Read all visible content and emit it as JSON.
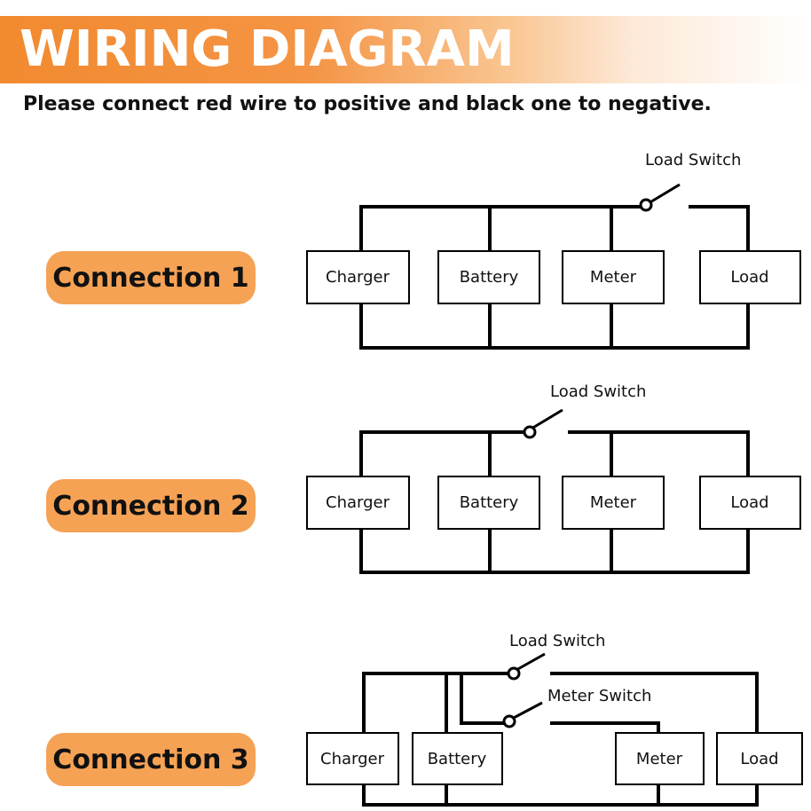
{
  "header": {
    "title": "WIRING DIAGRAM",
    "subtitle": "Please connect red wire to positive and black one to negative."
  },
  "colors": {
    "banner_orange": "#f28a2f",
    "pill_orange": "#f5a255",
    "wire": "#000000"
  },
  "connections": [
    {
      "label": "Connection 1",
      "components": [
        "Charger",
        "Battery",
        "Meter",
        "Load"
      ],
      "switches": [
        "Load Switch"
      ]
    },
    {
      "label": "Connection 2",
      "components": [
        "Charger",
        "Battery",
        "Meter",
        "Load"
      ],
      "switches": [
        "Load Switch"
      ]
    },
    {
      "label": "Connection 3",
      "components": [
        "Charger",
        "Battery",
        "Meter",
        "Load"
      ],
      "switches": [
        "Load Switch",
        "Meter Switch"
      ]
    }
  ]
}
